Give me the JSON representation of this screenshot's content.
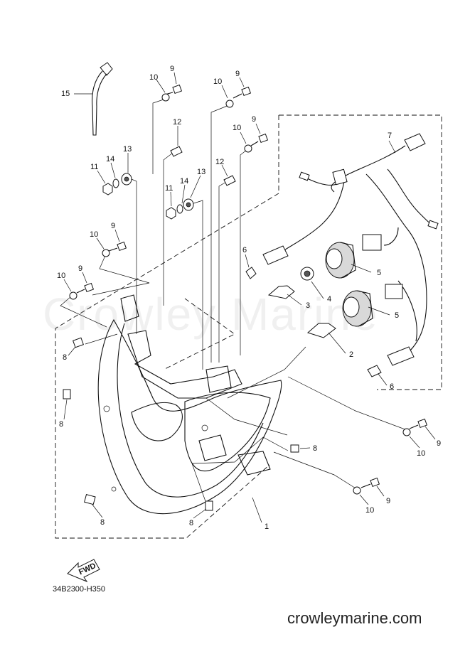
{
  "diagram": {
    "part_labels": [
      "1",
      "2",
      "3",
      "4",
      "5",
      "6",
      "7",
      "8",
      "9",
      "10",
      "11",
      "12",
      "13",
      "14",
      "15"
    ],
    "drawing_code": "34B2300-H350",
    "direction_marker": "FWD",
    "watermark": "Crowley Marine",
    "site": "crowleymarine.com"
  }
}
